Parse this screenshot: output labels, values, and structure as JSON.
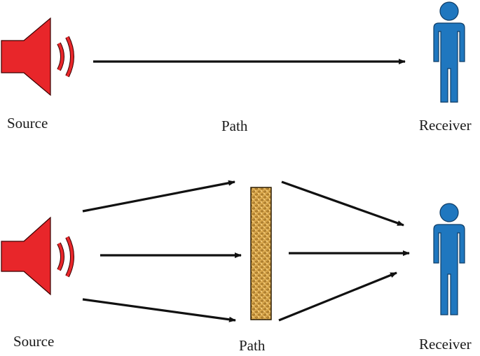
{
  "top": {
    "source_label": "Source",
    "path_label": "Path",
    "receiver_label": "Receiver"
  },
  "bottom": {
    "source_label": "Source",
    "path_label": "Path",
    "receiver_label": "Receiver"
  },
  "colors": {
    "speaker": "#e8262a",
    "speaker_outline": "#3a0000",
    "person": "#1f77bf",
    "person_outline": "#0e3c66",
    "arrow": "#111111",
    "barrier_fill": "#d9a84e",
    "barrier_dark": "#9a6a1f",
    "barrier_outline": "#2a1a00"
  },
  "icons": {
    "source": "speaker-icon",
    "receiver": "person-icon",
    "barrier": "barrier-panel"
  }
}
